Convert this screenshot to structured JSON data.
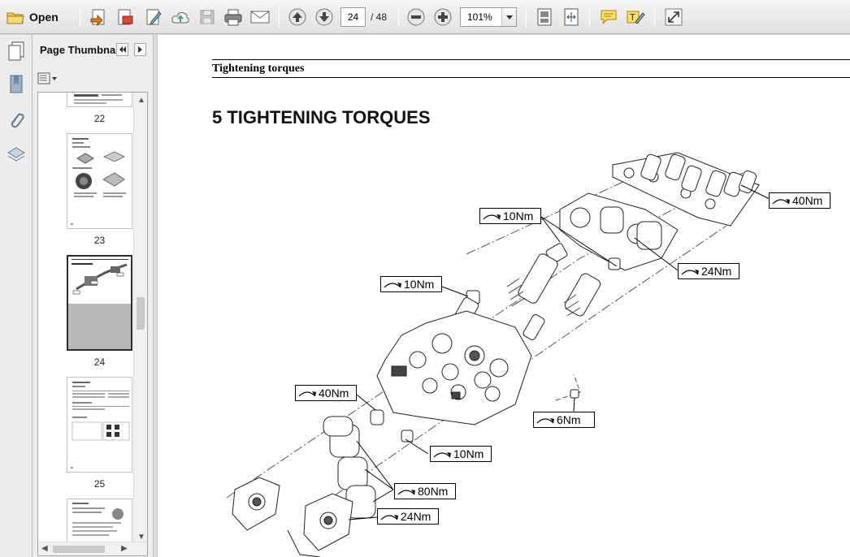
{
  "toolbar": {
    "open_label": "Open",
    "current_page": "24",
    "total_pages": "/ 48",
    "zoom": "101%"
  },
  "panel": {
    "title": "Page Thumbna...",
    "thumbnails": [
      {
        "label": "22"
      },
      {
        "label": "23"
      },
      {
        "label": "24"
      },
      {
        "label": "25"
      }
    ]
  },
  "document": {
    "header": "Tightening torques",
    "heading": "5 TIGHTENING TORQUES",
    "labels": [
      {
        "text": "40Nm"
      },
      {
        "text": "10Nm"
      },
      {
        "text": "24Nm"
      },
      {
        "text": "10Nm"
      },
      {
        "text": "40Nm"
      },
      {
        "text": "6Nm"
      },
      {
        "text": "10Nm"
      },
      {
        "text": "80Nm"
      },
      {
        "text": "24Nm"
      }
    ]
  }
}
